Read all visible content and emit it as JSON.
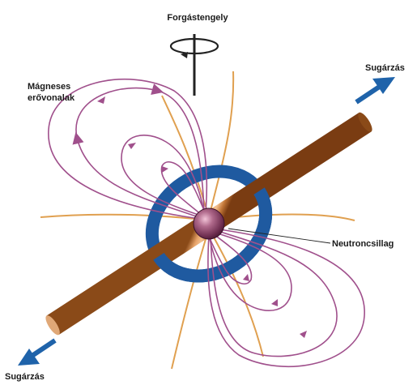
{
  "labels": {
    "rotation_axis": "Forgástengely",
    "radiation_top": "Sugárzás",
    "field_lines_line1": "Mágneses",
    "field_lines_line2": "erővonalak",
    "neutron_star": "Neutroncsillag",
    "radiation_bottom": "Sugárzás"
  },
  "colors": {
    "beam": "#c87a3a",
    "ring": "#1f5aa0",
    "field_line": "#a0508c",
    "current_line": "#e0a050",
    "arrow": "#1f63aa",
    "star": "#8a4a72",
    "axis": "#222222"
  }
}
